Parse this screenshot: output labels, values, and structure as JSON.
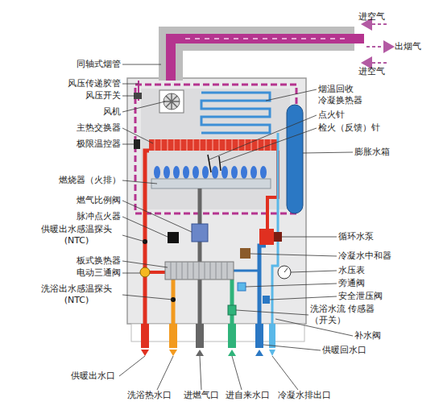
{
  "diagram": {
    "labels": [
      "进空气",
      "出烟气",
      "进空气",
      "同轴式烟管",
      "风压传递胶管",
      "风压开关",
      "风机",
      "主热交换器",
      "极限温控器",
      "燃烧器（火排）",
      "燃气比例阀",
      "脉冲点火器",
      "供暖出水感温探头 (NTC)",
      "板式换热器",
      "电动三通阀",
      "洗浴出水感温探头 (NTC)",
      "烟温回收 冷凝换热器",
      "点火针",
      "检火（反馈）针",
      "膨胀水箱",
      "循环水泵",
      "冷凝水中和器",
      "水压表",
      "旁通阀",
      "安全泄压阀",
      "洗浴水流 传感器（开关）",
      "补水阀",
      "供暖回水口",
      "供暖出水口",
      "洗浴热水口",
      "进燃气口",
      "进自来水口",
      "冷凝水排出口"
    ]
  }
}
